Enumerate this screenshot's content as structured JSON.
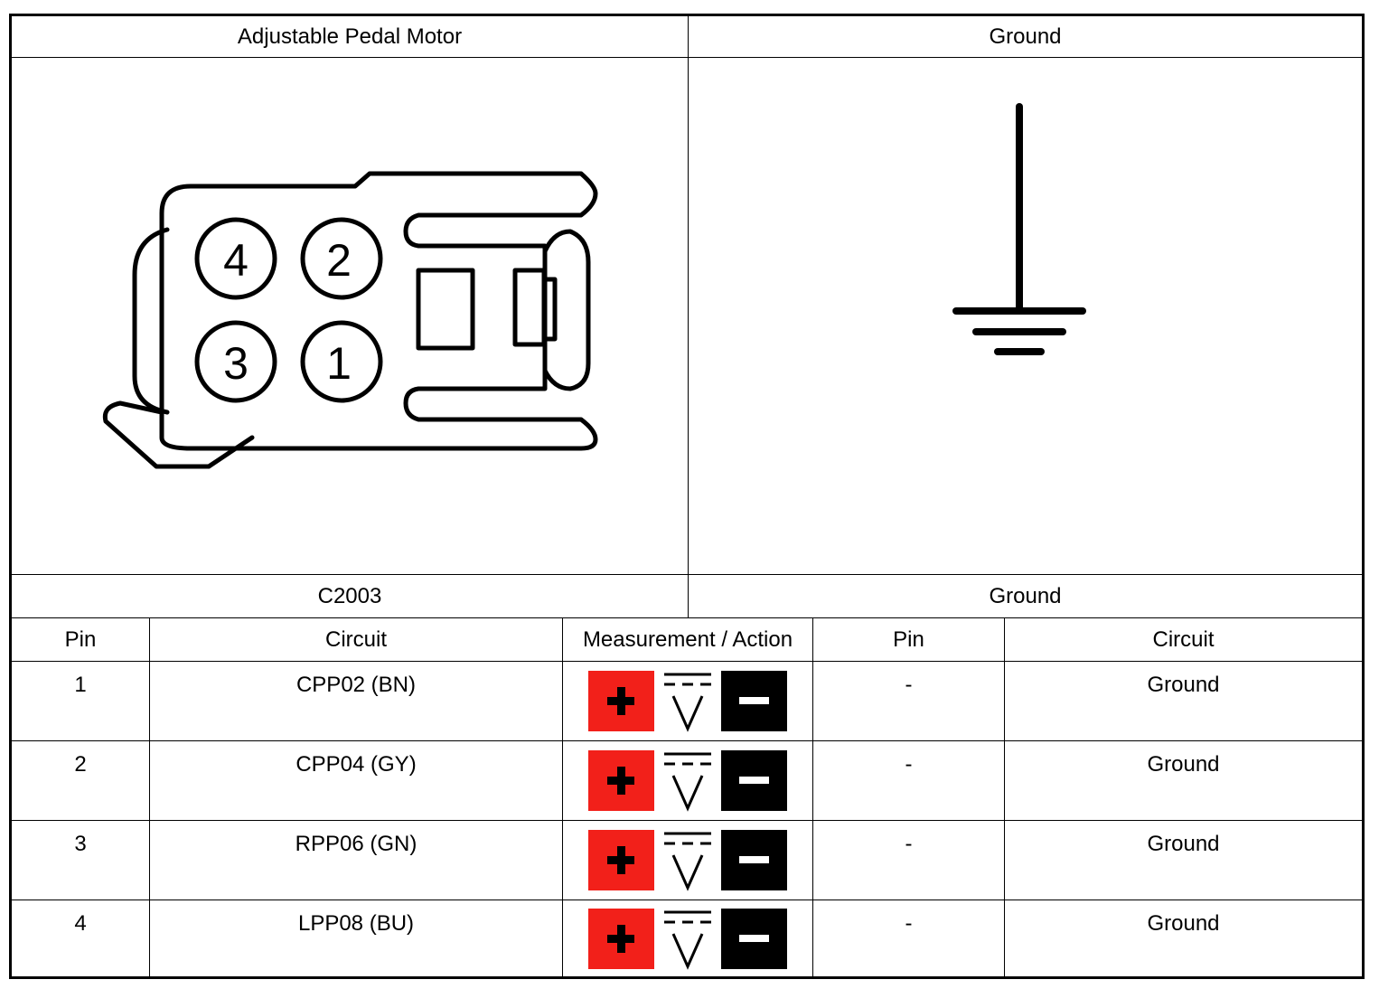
{
  "connector_panel": {
    "title": "Adjustable Pedal Motor",
    "connector_id": "C2003",
    "pin_labels": [
      "4",
      "2",
      "3",
      "1"
    ]
  },
  "ground_panel": {
    "title": "Ground",
    "label": "Ground"
  },
  "table": {
    "headers": {
      "pin": "Pin",
      "circuit": "Circuit",
      "measurement": "Measurement / Action",
      "pin2": "Pin",
      "circuit2": "Circuit"
    },
    "rows": [
      {
        "pin": "1",
        "circuit": "CPP02 (BN)",
        "measurement_icon": "dc-voltmeter-icon",
        "pin2": "-",
        "circuit2": "Ground"
      },
      {
        "pin": "2",
        "circuit": "CPP04 (GY)",
        "measurement_icon": "dc-voltmeter-icon",
        "pin2": "-",
        "circuit2": "Ground"
      },
      {
        "pin": "3",
        "circuit": "RPP06 (GN)",
        "measurement_icon": "dc-voltmeter-icon",
        "pin2": "-",
        "circuit2": "Ground"
      },
      {
        "pin": "4",
        "circuit": "LPP08 (BU)",
        "measurement_icon": "dc-voltmeter-icon",
        "pin2": "-",
        "circuit2": "Ground"
      }
    ]
  },
  "colors": {
    "positive_lead": "#f2201a",
    "negative_lead": "#000000",
    "line": "#000000",
    "background": "#ffffff"
  }
}
